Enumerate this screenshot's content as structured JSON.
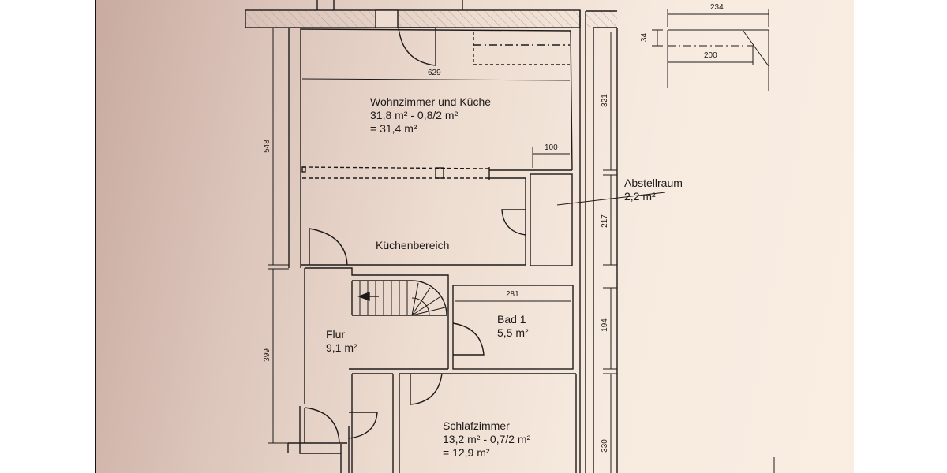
{
  "document": {
    "type": "floor-plan",
    "colors": {
      "paper": "#f7ebe0",
      "paper_shadow": "#c9aba0",
      "line": "#1e1a1a",
      "background": "#ffffff"
    }
  },
  "rooms": [
    {
      "id": "wohnzimmer",
      "name": "Wohnzimmer und Küche",
      "area_calc": "31,8 m² - 0,8/2 m²",
      "area_total": "= 31,4 m²"
    },
    {
      "id": "kuechenbereich",
      "name": "Küchenbereich"
    },
    {
      "id": "abstellraum",
      "name": "Abstellraum",
      "area_total": "2,2 m²"
    },
    {
      "id": "flur",
      "name": "Flur",
      "area_total": "9,1 m²"
    },
    {
      "id": "bad1",
      "name": "Bad 1",
      "area_total": "5,5 m²"
    },
    {
      "id": "schlafzimmer",
      "name": "Schlafzimmer",
      "area_calc": "13,2 m² - 0,7/2 m²",
      "area_total": "= 12,9 m²"
    }
  ],
  "dimensions": {
    "wohnzimmer_width": "629",
    "kitchen_counter": "100",
    "left_upper": "548",
    "left_lower": "399",
    "right_wohnzimmer": "321",
    "right_abstellraum": "217",
    "right_bad": "194",
    "right_schlafzimmer": "330",
    "bad_width": "281",
    "detail_width": "234",
    "detail_inner": "200",
    "detail_height": "34"
  }
}
